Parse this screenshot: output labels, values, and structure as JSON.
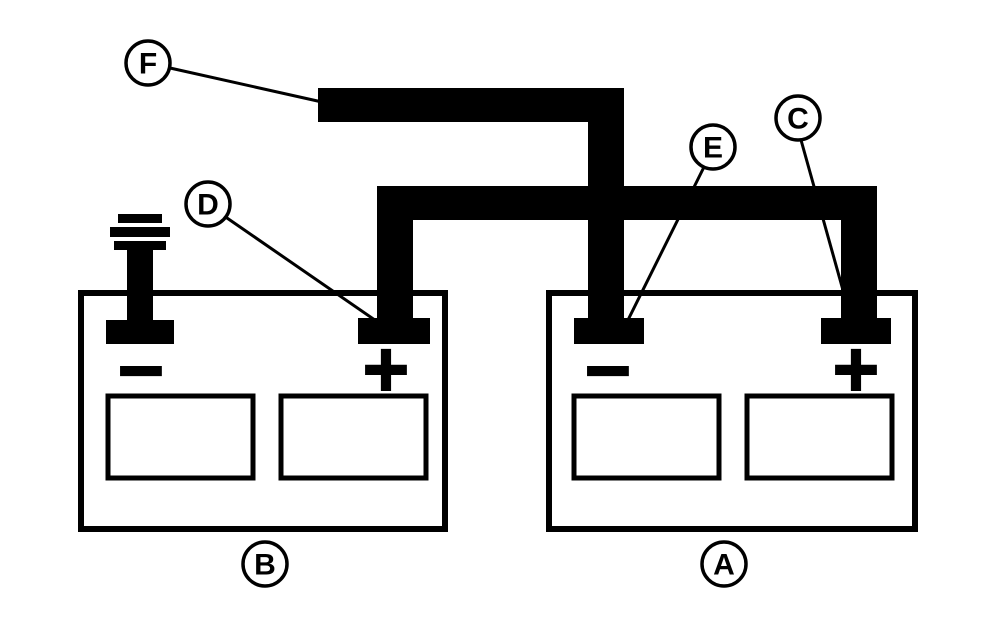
{
  "colors": {
    "ink": "#000000",
    "background": "#ffffff"
  },
  "callouts": {
    "f": "F",
    "d": "D",
    "e": "E",
    "c": "C",
    "b": "B",
    "a": "A"
  },
  "battery_b": {
    "negative_symbol": "−",
    "positive_symbol": "+"
  },
  "battery_a": {
    "negative_symbol": "−",
    "positive_symbol": "+"
  }
}
